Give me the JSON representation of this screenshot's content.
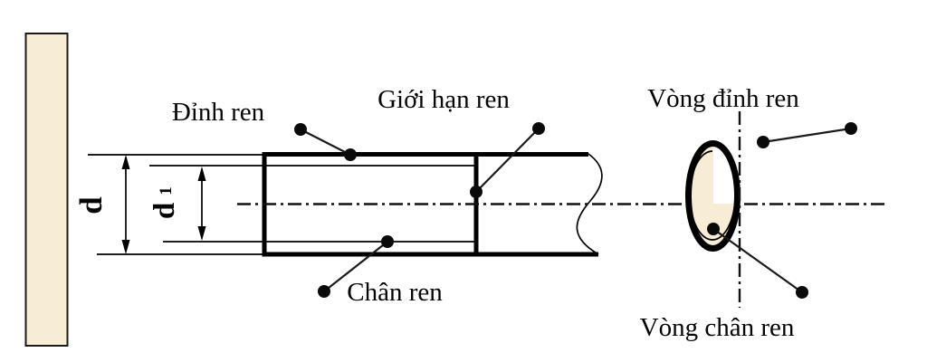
{
  "figure": {
    "labels": {
      "crest": "Đỉnh ren",
      "thread_limit": "Giới hạn ren",
      "root": "Chân ren",
      "crest_circle": "Vòng đỉnh ren",
      "root_circle": "Vòng chân ren"
    },
    "dimensions": {
      "major_diameter": "d",
      "minor_diameter_base": "d",
      "minor_diameter_subscript": "1"
    },
    "colors": {
      "background": "#ffffff",
      "line": "#000000",
      "text": "#050505",
      "material_fill": "#f7ecd4"
    }
  }
}
